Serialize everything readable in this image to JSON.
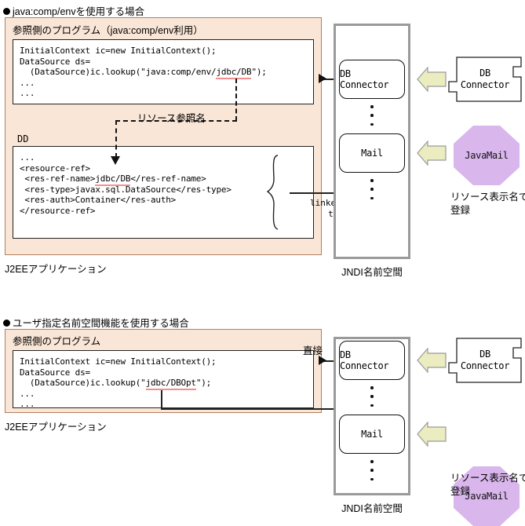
{
  "sections": [
    {
      "heading": "java:comp/envを使用する場合",
      "panel": {
        "heading": "参照側のプログラム（java:comp/env利用）",
        "code_pre": "InitialContext ic=new InitialContext();\nDataSource ds=\n  (DataSource)ic.lookup(\"java:comp/env/",
        "code_highlight": "jdbc/DB",
        "code_post": "\");\n...\n...",
        "dd_label": "DD",
        "dd_code_pre": "...\n<resource-ref>\n <res-ref-name>",
        "dd_code_highlight": "jdbc/DB",
        "dd_code_post": "</res-ref-name>\n <res-type>javax.sql.DataSource</res-type>\n <res-auth>Container</res-auth>\n</resource-ref>"
      },
      "ref_name_label": "リソース参照名",
      "link_label": "linked-\n  to",
      "caption": "J2EEアプリケーション"
    },
    {
      "heading": "ユーザ指定名前空間機能を使用する場合",
      "panel": {
        "heading": "参照側のプログラム",
        "code_pre": "InitialContext ic=new InitialContext();\nDataSource ds=\n  (DataSource)ic.lookup(\"",
        "code_highlight": "jdbc/DBOpt",
        "code_post": "\");\n...\n..."
      },
      "link_label": "直接",
      "caption": "J2EEアプリケーション"
    }
  ],
  "jndi": {
    "nodes": [
      {
        "label": "DB Connector"
      },
      {
        "label": "Mail"
      }
    ],
    "caption": "JNDI名前空間",
    "providers": [
      {
        "label": "DB\nConnector",
        "shape": "component"
      },
      {
        "label": "JavaMail",
        "shape": "octagon"
      }
    ],
    "register_note": "リソース表示名で\n登録"
  },
  "colors": {
    "panel_fill": "#fae6d7",
    "panel_border": "#b08060",
    "underline": "#f28e8e",
    "arrow_fill": "#ebecc0",
    "arrow_stroke": "#9a9a9a",
    "octagon_fill": "#d9b6ec",
    "frame_border": "#9a9a9a",
    "ink": "#111111"
  }
}
